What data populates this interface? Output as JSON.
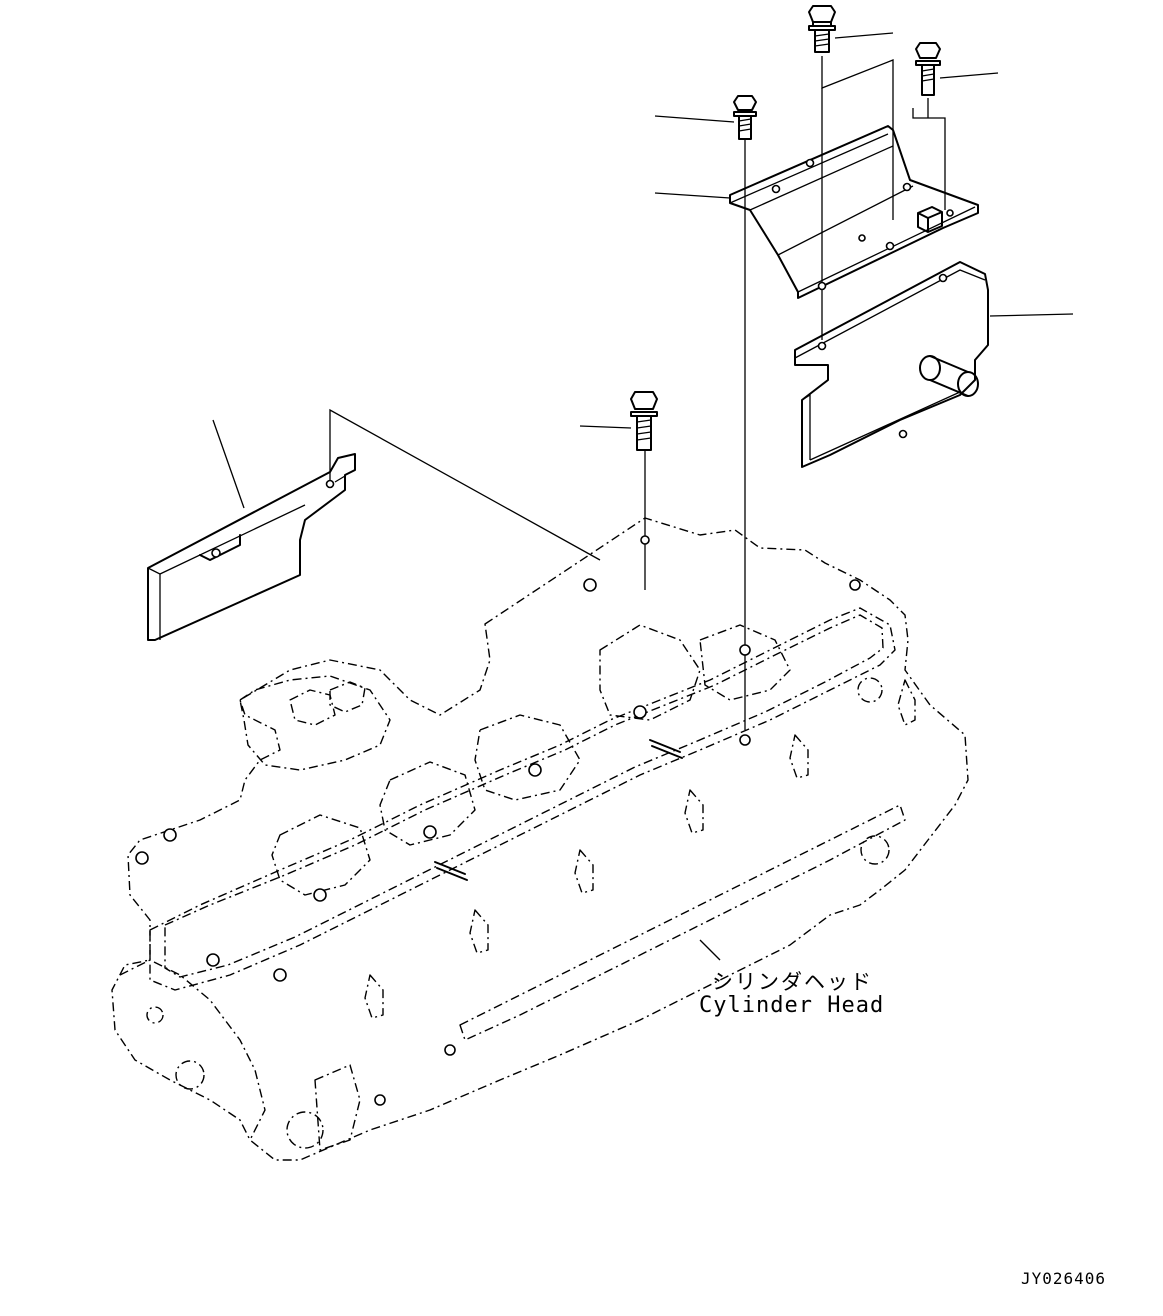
{
  "labels": {
    "name_jp": "シリンダヘッド",
    "name_en": "Cylinder Head",
    "drawing_code": "JY026406"
  },
  "colors": {
    "line": "#000000",
    "background": "#ffffff"
  }
}
